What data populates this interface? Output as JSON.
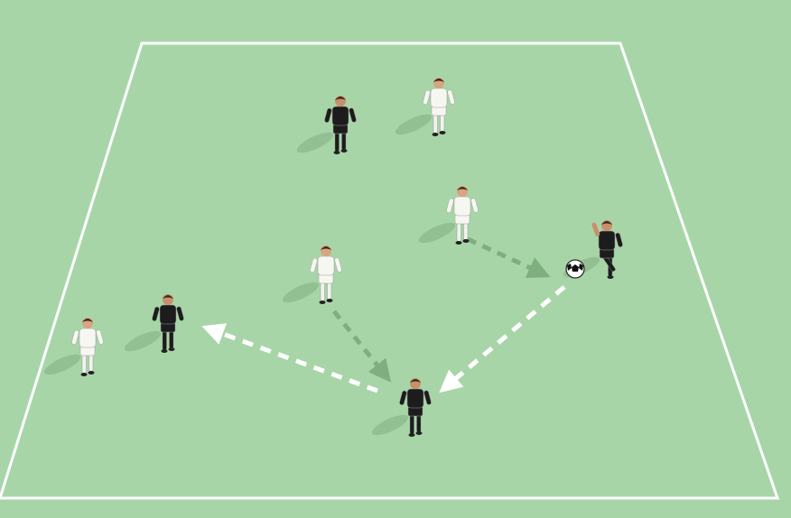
{
  "pitch": {
    "background_color": "#a8d5a8",
    "line_color": "#ffffff"
  },
  "teams": {
    "white": {
      "shirt": "#f7f7f2",
      "shorts": "#f7f7f2",
      "socks": "#f2f2ec",
      "skin": "#d9a47e"
    },
    "black": {
      "shirt": "#1c1c1c",
      "shorts": "#1c1c1c",
      "socks": "#1c1c1c",
      "skin": "#c98f6a"
    }
  },
  "players": [
    {
      "id": "white-top",
      "team": "white"
    },
    {
      "id": "black-top",
      "team": "black"
    },
    {
      "id": "white-mid-right",
      "team": "white"
    },
    {
      "id": "black-with-ball",
      "team": "black"
    },
    {
      "id": "white-center",
      "team": "white"
    },
    {
      "id": "black-left",
      "team": "black"
    },
    {
      "id": "white-left",
      "team": "white"
    },
    {
      "id": "black-bottom",
      "team": "black"
    }
  ],
  "movement_arrow_color": "#7fae7f",
  "pass_arrow_color": "#ffffff",
  "ball": {
    "icon": "soccer-ball-icon"
  }
}
